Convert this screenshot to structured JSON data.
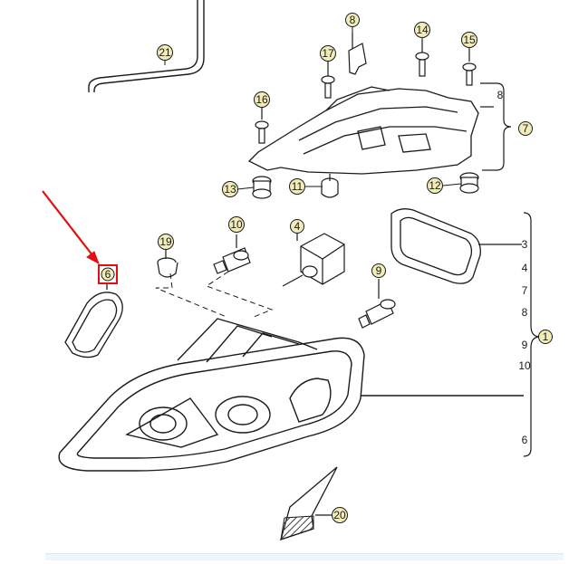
{
  "diagram": {
    "colors": {
      "line": "#1a1a1a",
      "highlight": "#e01010",
      "callout_fill": "#f2ecb8",
      "part_fill": "#ffffff",
      "hatch": "#444444"
    },
    "callouts": [
      {
        "id": "c8-top",
        "label": "8"
      },
      {
        "id": "c14",
        "label": "14"
      },
      {
        "id": "c15",
        "label": "15"
      },
      {
        "id": "c17",
        "label": "17"
      },
      {
        "id": "c21",
        "label": "21"
      },
      {
        "id": "c16",
        "label": "16"
      },
      {
        "id": "c13",
        "label": "13"
      },
      {
        "id": "c11",
        "label": "11"
      },
      {
        "id": "c12",
        "label": "12"
      },
      {
        "id": "c19",
        "label": "19"
      },
      {
        "id": "c10-bulb",
        "label": "10"
      },
      {
        "id": "c4-motor",
        "label": "4"
      },
      {
        "id": "c9-bulb",
        "label": "9"
      },
      {
        "id": "c20",
        "label": "20"
      }
    ],
    "bracket_top": {
      "label_outer": "7",
      "label_inner": "8"
    },
    "bracket_right": {
      "group_label": "1",
      "items": [
        "3",
        "4",
        "7",
        "8",
        "9",
        "10",
        "6"
      ]
    },
    "highlighted_part": {
      "label": "6"
    }
  }
}
